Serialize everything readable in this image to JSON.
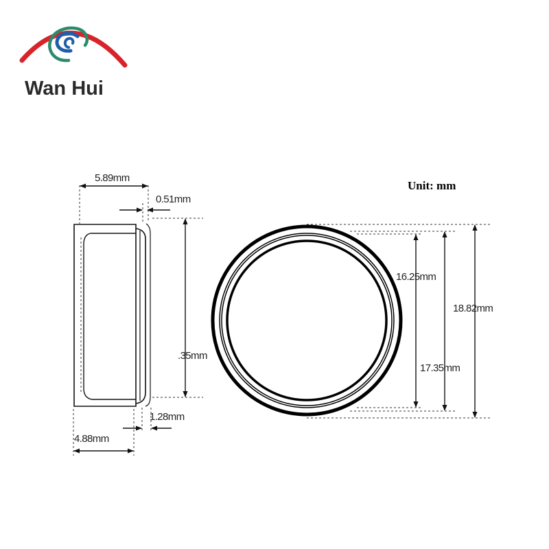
{
  "brand": {
    "name": "Wan Hui",
    "arc_color": "#d8232a",
    "swirl_colors": [
      "#1f5ea8",
      "#2a8c6a"
    ]
  },
  "unit_label": "Unit: mm",
  "dimensions": {
    "top_width": "5.89mm",
    "flange_thickness": "0.51mm",
    "body_height": ".35mm",
    "flange_width": "1.28mm",
    "bottom_width": "4.88mm",
    "inner_diameter": "16.25mm",
    "middle_diameter": "17.35mm",
    "outer_diameter": "18.82mm"
  },
  "icons": [
    "logo-swirl-icon",
    "arrowhead-icon"
  ]
}
